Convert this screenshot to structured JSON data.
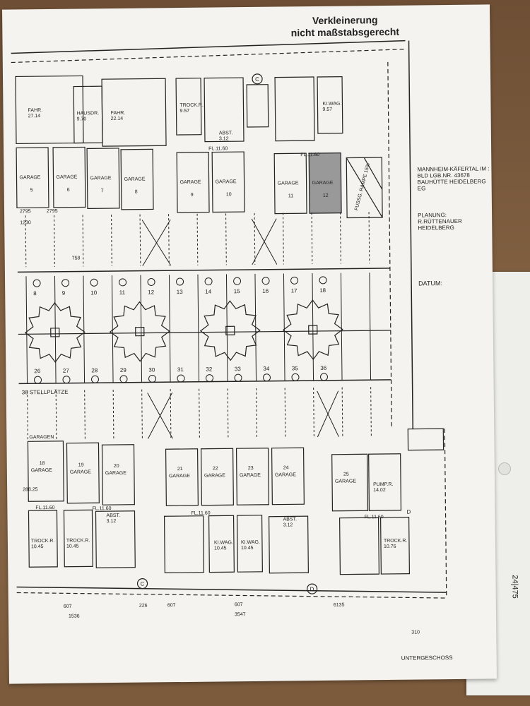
{
  "header": {
    "line1": "Verkleinerung",
    "line2": "nicht maßstabsgerecht"
  },
  "project": {
    "line1": "MANNHEIM-KÄFERTAL IM :",
    "line2": "BLD LGB.NR. 43678",
    "line3": "BAUHÜTTE HEIDELBERG EG"
  },
  "planung": {
    "label": "PLANUNG:",
    "value": "R.RÜTTENAUER HEIDELBERG"
  },
  "datum_label": "DATUM:",
  "footer_label": "UNTERGESCHOSS",
  "stellplaetze_label": "36 STELLPLÄTZE",
  "top_rooms": [
    {
      "name": "FAHR.",
      "area": "27.14"
    },
    {
      "name": "HAUSDR.",
      "area": "9.70"
    },
    {
      "name": "FAHR.",
      "area": "22.14"
    },
    {
      "name": "TROCK.R.",
      "area": "9.57"
    },
    {
      "name": "ABST.",
      "area": "3.12"
    },
    {
      "name": "KI.WAG.",
      "area": "9.57"
    }
  ],
  "top_garages": [
    {
      "label": "GARAGE",
      "num": "5"
    },
    {
      "label": "GARAGE",
      "num": "6"
    },
    {
      "label": "GARAGE",
      "num": "7"
    },
    {
      "label": "GARAGE",
      "num": "8"
    },
    {
      "label": "GARAGE",
      "num": "9"
    },
    {
      "label": "GARAGE",
      "num": "10"
    },
    {
      "label": "GARAGE",
      "num": "11"
    },
    {
      "label": "GARAGE",
      "num": "12"
    }
  ],
  "ramp_label": "FUSSG. RAMPE 15%",
  "middle_numbers_top": [
    "8",
    "9",
    "10",
    "11",
    "12",
    "13",
    "14",
    "15",
    "16",
    "17",
    "18"
  ],
  "middle_numbers_bottom": [
    "26",
    "27",
    "28",
    "29",
    "30",
    "31",
    "32",
    "33",
    "34",
    "35",
    "36"
  ],
  "bottom_garages": [
    {
      "label": "GARAGE",
      "num": "18"
    },
    {
      "label": "GARAGE",
      "num": "19"
    },
    {
      "label": "GARAGE",
      "num": "20"
    },
    {
      "label": "GARAGE",
      "num": "21"
    },
    {
      "label": "GARAGE",
      "num": "22"
    },
    {
      "label": "GARAGE",
      "num": "23"
    },
    {
      "label": "GARAGE",
      "num": "24"
    },
    {
      "label": "GARAGE",
      "num": "25"
    }
  ],
  "pump_room": {
    "name": "PUMP.R.",
    "area": "14.02"
  },
  "bottom_rooms": [
    {
      "name": "TROCK.R.",
      "area": "10.45"
    },
    {
      "name": "TROCK.R.",
      "area": "10.45"
    },
    {
      "name": "ABST.",
      "area": "3.12"
    },
    {
      "name": "KI.WAG.",
      "area": "10.45"
    },
    {
      "name": "KI.WAG.",
      "area": "10.45"
    },
    {
      "name": "ABST.",
      "area": "3.12"
    },
    {
      "name": "TROCK.R.",
      "area": "10.76"
    }
  ],
  "levels": [
    "FL.11.60",
    "FL.11.60",
    "FL.11.60",
    "FL.11.60",
    "FL.11.60",
    "FL.11.60"
  ],
  "dims_left": [
    "2795",
    "2795",
    "1230",
    "758",
    "288.25"
  ],
  "dims_bottom": [
    "607",
    "1536",
    "226",
    "607",
    "607",
    "3547",
    "6135",
    "310"
  ],
  "section_marks": [
    "C",
    "C",
    "D",
    "D"
  ],
  "garagen_label": "GARAGEN",
  "edge_text": "24|475"
}
